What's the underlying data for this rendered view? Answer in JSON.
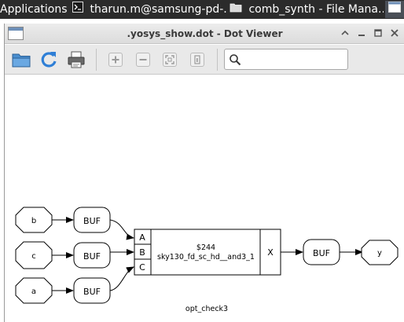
{
  "taskbar": {
    "applications_label": "Applications",
    "tasks": [
      {
        "label": "tharun.m@samsung-pd-..."
      },
      {
        "label": "comb_synth - File Mana..."
      },
      {
        "label": ""
      }
    ]
  },
  "window": {
    "title": ".yosys_show.dot - Dot Viewer",
    "toolbar": {
      "open_icon": "folder-icon",
      "reload_icon": "refresh-icon",
      "print_icon": "printer-icon",
      "zoom_in_icon": "zoom-in-icon",
      "zoom_out_icon": "zoom-out-icon",
      "zoom_fit_icon": "zoom-fit-icon",
      "zoom_100_icon": "zoom-100-icon",
      "search_placeholder": ""
    }
  },
  "graph": {
    "inputs": [
      "b",
      "c",
      "a"
    ],
    "buffer_label": "BUF",
    "cell": {
      "ports_in": [
        "A",
        "B",
        "C"
      ],
      "id": "$244",
      "type": "sky130_fd_sc_hd__and3_1",
      "port_out": "X"
    },
    "output": "y",
    "caption": "opt_check3"
  },
  "colors": {
    "taskbar_bg": "#2b2b2b",
    "active_task_bg": "#4a4f57",
    "refresh_icon": "#2f7fd6",
    "folder_icon": "#4a8fd0"
  }
}
